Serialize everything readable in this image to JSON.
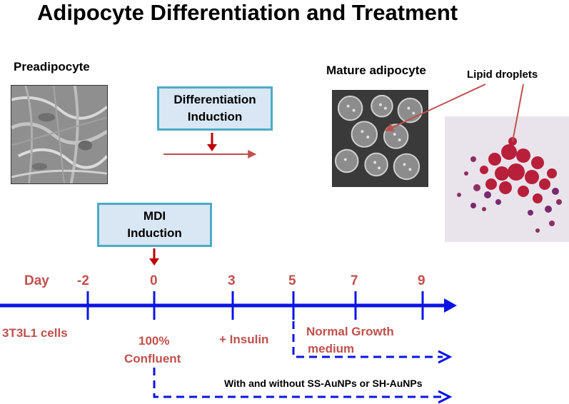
{
  "title": "Adipocyte Differentiation and Treatment",
  "labels": {
    "preadipocyte": "Preadipocyte",
    "mature_adipocyte": "Mature adipocyte",
    "lipid_droplets": "Lipid droplets"
  },
  "boxes": {
    "differentiation": [
      "Differentiation",
      "Induction"
    ],
    "mdi": [
      "MDI",
      "Induction"
    ]
  },
  "timeline": {
    "day_label": "Day",
    "ticks": [
      "-2",
      "0",
      "3",
      "5",
      "7",
      "9"
    ]
  },
  "below": {
    "cells": "3T3L1 cells",
    "confluent": [
      "100%",
      "Confluent"
    ],
    "insulin": "+ Insulin",
    "growth": [
      "Normal Growth",
      "medium"
    ],
    "treatment": "With and  without SS-AuNPs or SH-AuNPs"
  },
  "colors": {
    "timeline_blue": "#0a14e6",
    "label_red": "#c0504d",
    "box_fill": "#d9e6f4",
    "box_border": "#4bacc6"
  }
}
